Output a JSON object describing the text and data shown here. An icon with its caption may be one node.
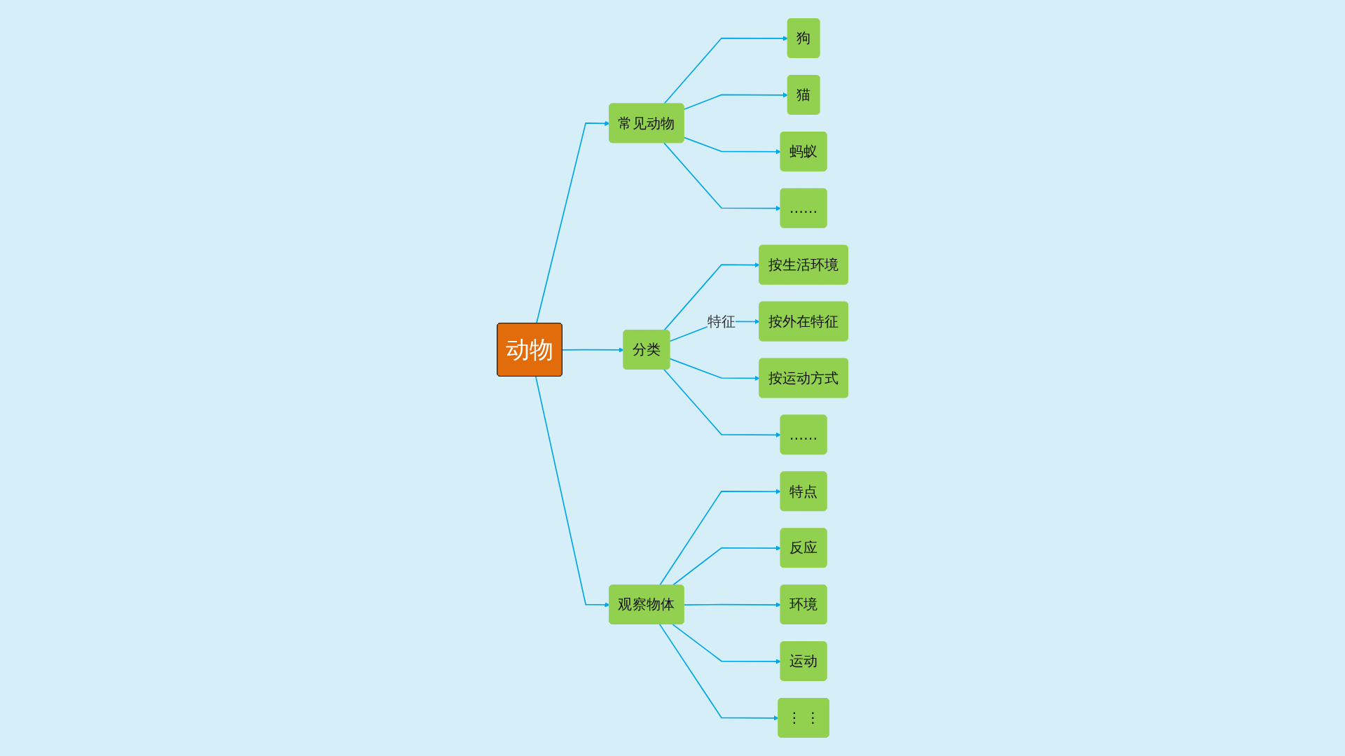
{
  "diagram": {
    "nodes": [
      {
        "text": [
          "动物"
        ]
      },
      {
        "text": [
          "常见动物"
        ]
      },
      {
        "text": [
          "狗"
        ]
      },
      {
        "text": [
          "猫"
        ]
      },
      {
        "text": [
          "蚂蚁"
        ]
      },
      {
        "text": [
          "……"
        ]
      },
      {
        "text": [
          "分类"
        ]
      },
      {
        "text": [
          "按生活环境"
        ]
      },
      {
        "text": [
          "按外在特征"
        ]
      },
      {
        "text": [
          "按运动方式"
        ]
      },
      {
        "text": [
          "……"
        ]
      },
      {
        "text": [
          "观察物体"
        ]
      },
      {
        "text": [
          "特点"
        ]
      },
      {
        "text": [
          "反应"
        ]
      },
      {
        "text": [
          "环境"
        ]
      },
      {
        "text": [
          "运动"
        ]
      },
      {
        "text": [
          "⋮ ⋮"
        ]
      }
    ],
    "edges": [
      {
        "from": 0,
        "to": 1,
        "arrow": "to"
      },
      {
        "from": 1,
        "to": 2,
        "arrow": "to"
      },
      {
        "from": 1,
        "to": 3,
        "arrow": "to"
      },
      {
        "from": 1,
        "to": 4,
        "arrow": "to"
      },
      {
        "from": 1,
        "to": 5,
        "arrow": "to"
      },
      {
        "from": 0,
        "to": 6,
        "arrow": "to"
      },
      {
        "from": 6,
        "to": 7,
        "arrow": "to"
      },
      {
        "from": 6,
        "to": 8,
        "arrow": "to",
        "label": "特征"
      },
      {
        "from": 6,
        "to": 9,
        "arrow": "to"
      },
      {
        "from": 6,
        "to": 10,
        "arrow": "to"
      },
      {
        "from": 0,
        "to": 11,
        "arrow": "to"
      },
      {
        "from": 11,
        "to": 12,
        "arrow": "to"
      },
      {
        "from": 11,
        "to": 13,
        "arrow": "to"
      },
      {
        "from": 11,
        "to": 14,
        "arrow": "to"
      },
      {
        "from": 11,
        "to": 15,
        "arrow": "to"
      },
      {
        "from": 11,
        "to": 16,
        "arrow": "to"
      }
    ]
  }
}
